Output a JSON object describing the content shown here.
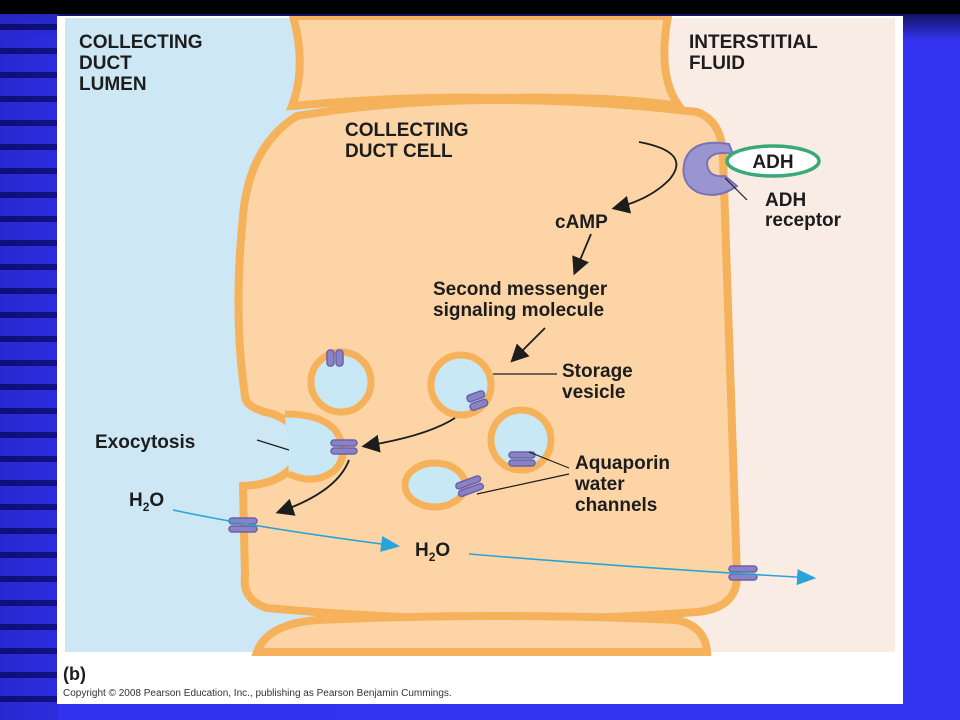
{
  "diagram": {
    "lumen_label": [
      "COLLECTING",
      "DUCT",
      "LUMEN"
    ],
    "interstitial_label": [
      "INTERSTITIAL",
      "FLUID"
    ],
    "cell_label": [
      "COLLECTING",
      "DUCT CELL"
    ],
    "adh": "ADH",
    "adh_receptor": [
      "ADH",
      "receptor"
    ],
    "camp": "cAMP",
    "second_messenger": [
      "Second messenger",
      "signaling molecule"
    ],
    "storage_vesicle": [
      "Storage",
      "vesicle"
    ],
    "exocytosis": "Exocytosis",
    "aquaporin": [
      "Aquaporin",
      "water",
      "channels"
    ],
    "h2o_left": {
      "h": "H",
      "sub": "2",
      "o": "O"
    },
    "h2o_middle": {
      "h": "H",
      "sub": "2",
      "o": "O"
    },
    "panel_letter": "(b)",
    "copyright": "Copyright © 2008 Pearson Education, Inc., publishing as Pearson Benjamin Cummings."
  },
  "colors": {
    "lumen": "#cde8f4",
    "interstitial": "#f8ece4",
    "cell_fill": "#fcd4a6",
    "membrane": "#f6b25a",
    "vesicle_inner": "#c8e8f6",
    "aquaporin": "#8a82c4",
    "receptor": "#9a94d0",
    "adh_ring": "#3aa978",
    "water_arrow": "#2aa4d8"
  }
}
